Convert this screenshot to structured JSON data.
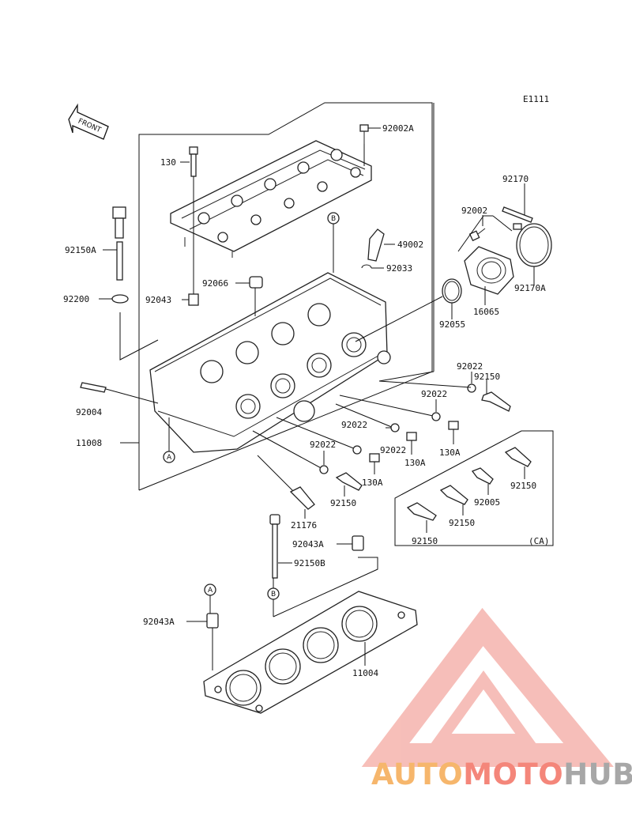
{
  "diagram": {
    "code": "E1111",
    "front_label": "FRONT",
    "labels": {
      "p92002A": "92002A",
      "p130_top": "130",
      "p92170": "92170",
      "p92002": "92002",
      "p92150A": "92150A",
      "p49002": "49002",
      "p92033": "92033",
      "p92066": "92066",
      "p92043": "92043",
      "p92200": "92200",
      "p92170A": "92170A",
      "p16065": "16065",
      "p92055": "92055",
      "p92022_r": "92022",
      "p92150_r": "92150",
      "p92004": "92004",
      "p92022_m1": "92022",
      "p11008": "11008",
      "p92022_m2": "92022",
      "p92022_m3": "92022",
      "p130A_1": "130A",
      "p130A_2": "130A",
      "p92022_m4": "92022",
      "p130A_3": "130A",
      "p92150_m": "92150",
      "p92150_ca1": "92150",
      "p92005": "92005",
      "p92150_ca2": "92150",
      "p92150_ca3": "92150",
      "ca_note": "(CA)",
      "p21176": "21176",
      "p92043A_top": "92043A",
      "p92150B": "92150B",
      "p92043A_bot": "92043A",
      "p11004": "11004"
    },
    "circles": {
      "A1": "A",
      "A2": "A",
      "B1": "B",
      "B2": "B"
    }
  },
  "logo": {
    "part1": "AUTO",
    "part2": "MOTO",
    "part3": "HUB"
  },
  "colors": {
    "logo_orange": "#f6b66c",
    "logo_salmon": "#f4867a",
    "logo_gray": "#a7a7a7",
    "line": "#111111"
  }
}
